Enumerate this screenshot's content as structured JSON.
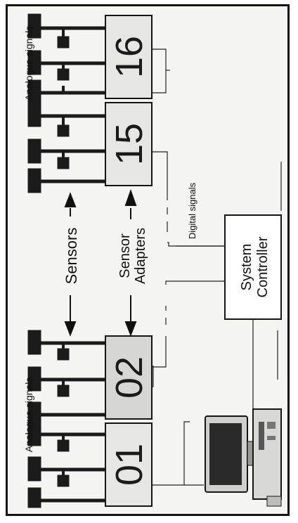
{
  "labels": {
    "analogue_top": "Analogue signals",
    "analogue_bottom": "Analogue signals",
    "sensors": "Sensors",
    "sensor_adapters_line1": "Sensor",
    "sensor_adapters_line2": "Adapters",
    "digital_signals": "Digital signals",
    "system_controller_line1": "System",
    "system_controller_line2": "Controller"
  },
  "adapters": [
    "16",
    "15",
    "02",
    "01"
  ],
  "colors": {
    "ink": "#151515",
    "box": "#e6e6e2",
    "paper": "#f4f4f0"
  }
}
